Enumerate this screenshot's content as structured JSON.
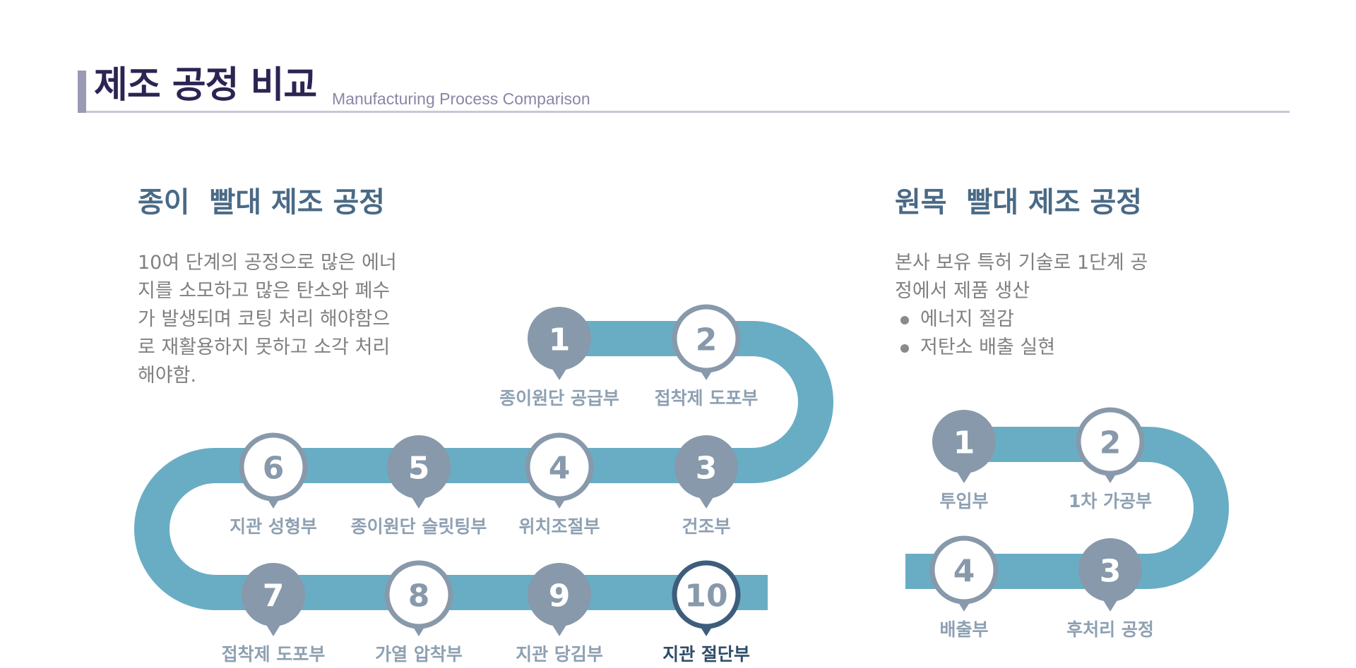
{
  "header": {
    "title": "제조 공정 비교",
    "subtitle": "Manufacturing Process Comparison"
  },
  "colors": {
    "track": "#69adc4",
    "node_filled": "#8799aa",
    "node_outline": "#8799aa",
    "node_final": "#3e5d7c",
    "label": "#8ea0b2",
    "label_final": "#2f4c6a",
    "section_title": "#4a6a86",
    "main_title": "#2c2452"
  },
  "paper": {
    "title": "종이  빨대 제조 공정",
    "description": [
      "10여 단계의 공정으로 많은 에너",
      "지를 소모하고 많은 탄소와 폐수",
      "가 발생되며 코팅 처리 해야함으",
      "로 재활용하지 못하고 소각 처리",
      "해야함."
    ],
    "steps": [
      {
        "num": "1",
        "label": "종이원단 공급부",
        "style": "filled"
      },
      {
        "num": "2",
        "label": "접착제 도포부",
        "style": "outline"
      },
      {
        "num": "3",
        "label": "건조부",
        "style": "filled"
      },
      {
        "num": "4",
        "label": "위치조절부",
        "style": "outline"
      },
      {
        "num": "5",
        "label": "종이원단 슬릿팅부",
        "style": "filled"
      },
      {
        "num": "6",
        "label": "지관 성형부",
        "style": "outline"
      },
      {
        "num": "7",
        "label": "접착제 도포부",
        "style": "filled"
      },
      {
        "num": "8",
        "label": "가열 압착부",
        "style": "outline"
      },
      {
        "num": "9",
        "label": "지관 당김부",
        "style": "filled"
      },
      {
        "num": "10",
        "label": "지관 절단부",
        "style": "final"
      }
    ]
  },
  "wood": {
    "title": "원목  빨대 제조 공정",
    "description": [
      "본사 보유 특허 기술로 1단계 공",
      "정에서 제품 생산"
    ],
    "bullets": [
      "에너지 절감",
      "저탄소 배출 실현"
    ],
    "steps": [
      {
        "num": "1",
        "label": "투입부",
        "style": "filled"
      },
      {
        "num": "2",
        "label": "1차 가공부",
        "style": "outline"
      },
      {
        "num": "3",
        "label": "후처리 공정",
        "style": "filled"
      },
      {
        "num": "4",
        "label": "배출부",
        "style": "outline"
      }
    ]
  }
}
